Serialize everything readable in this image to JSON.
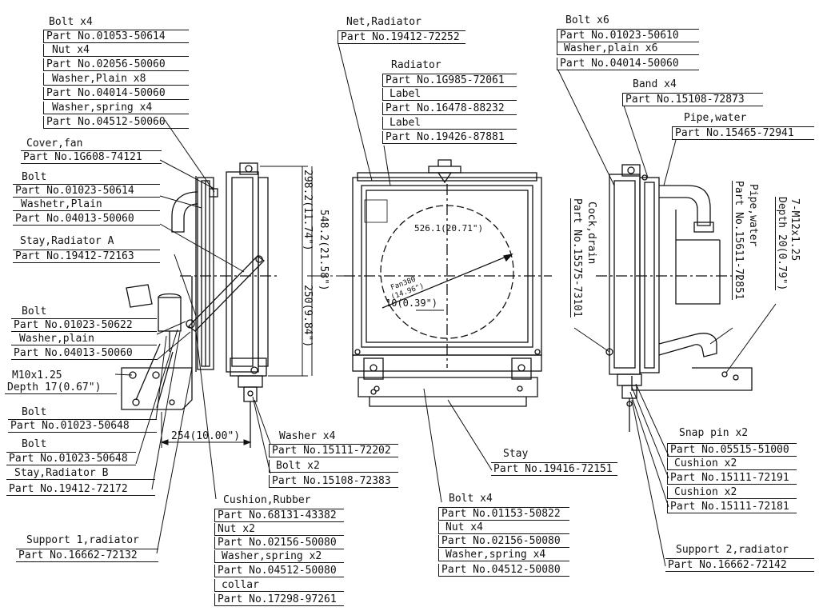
{
  "left_callouts": [
    {
      "id": "bolt_x4",
      "name": "Bolt x4",
      "part": "Part No.01053-50614"
    },
    {
      "id": "nut_x4",
      "name": "Nut x4",
      "part": "Part No.02056-50060"
    },
    {
      "id": "washer_plain_x8",
      "name": "Washer,Plain x8",
      "part": "Part No.04014-50060"
    },
    {
      "id": "washer_spring_x4",
      "name": "Washer,spring x4",
      "part": "Part No.04512-50060"
    },
    {
      "id": "cover_fan",
      "name": "Cover,fan",
      "part": "Part No.1G608-74121"
    },
    {
      "id": "bolt_a",
      "name": "Bolt",
      "part": "Part No.01023-50614"
    },
    {
      "id": "washer_plain_a",
      "name": "Washetr,Plain",
      "part": "Part No.04013-50060"
    },
    {
      "id": "stay_a",
      "name": "Stay,Radiator A",
      "part": "Part No.19412-72163"
    },
    {
      "id": "bolt_b",
      "name": "Bolt",
      "part": "Part No.01023-50622"
    },
    {
      "id": "washer_plain_b",
      "name": "Washer,plain",
      "part": "Part No.04013-50060"
    },
    {
      "id": "bolt_c",
      "name": "Bolt",
      "part": "Part No.01023-50648"
    },
    {
      "id": "bolt_d",
      "name": "Bolt",
      "part": "Part No.01023-50648"
    },
    {
      "id": "stay_b",
      "name": "Stay,Radiator B",
      "part": "Part No.19412-72172"
    },
    {
      "id": "support_1",
      "name": "Support 1,radiator",
      "part": "Part No.16662-72132"
    }
  ],
  "center_callouts": [
    {
      "id": "net",
      "name": "Net,Radiator",
      "part": "Part No.19412-72252"
    },
    {
      "id": "radiator",
      "name": "Radiator",
      "part": "Part No.1G985-72061"
    },
    {
      "id": "label_1",
      "name": "Label",
      "part": "Part No.16478-88232"
    },
    {
      "id": "label_2",
      "name": "Label",
      "part": "Part No.19426-87881"
    },
    {
      "id": "washer_x4",
      "name": "Washer x4",
      "part": "Part No.15111-72202"
    },
    {
      "id": "bolt_x2",
      "name": "Bolt x2",
      "part": "Part No.15108-72383"
    },
    {
      "id": "stay",
      "name": "Stay",
      "part": "Part No.19416-72151"
    },
    {
      "id": "cushion_rubber",
      "name": "Cushion,Rubber",
      "part": "Part No.68131-43382"
    },
    {
      "id": "nut_x2",
      "name": "Nut x2",
      "part": "Part No.02156-50080"
    },
    {
      "id": "washer_spring_x2",
      "name": "Washer,spring x2",
      "part": "Part No.04512-50080"
    },
    {
      "id": "collar",
      "name": "collar",
      "part": "Part No.17298-97261"
    },
    {
      "id": "bolt_x4_b",
      "name": "Bolt x4",
      "part": "Part No.01153-50822"
    },
    {
      "id": "nut_x4_b",
      "name": "Nut x4",
      "part": "Part No.02156-50080"
    },
    {
      "id": "washer_spring_x4_b",
      "name": "Washer,spring x4",
      "part": "Part No.04512-50080"
    }
  ],
  "right_callouts": [
    {
      "id": "bolt_x6",
      "name": "Bolt x6",
      "part": "Part No.01023-50610"
    },
    {
      "id": "washer_plain_x6",
      "name": "Washer,plain x6",
      "part": "Part No.04014-50060"
    },
    {
      "id": "band_x4",
      "name": "Band x4",
      "part": "Part No.15108-72873"
    },
    {
      "id": "pipe_water_1",
      "name": "Pipe,water",
      "part": "Part No.15465-72941"
    },
    {
      "id": "snap_pin_x2",
      "name": "Snap pin x2",
      "part": "Part No.05515-51000"
    },
    {
      "id": "cushion_x2_a",
      "name": "Cushion x2",
      "part": "Part No.15111-72191"
    },
    {
      "id": "cushion_x2_b",
      "name": "Cushion x2",
      "part": "Part No.15111-72181"
    },
    {
      "id": "support_2",
      "name": "Support 2,radiator",
      "part": "Part No.16662-72142"
    }
  ],
  "vertical_callouts": {
    "cock_drain": {
      "name": "Cock,drain",
      "part": "Part No.15575-73101"
    },
    "pipe_water_2": {
      "name": "Pipe,water",
      "part": "Part No.15611-72851"
    },
    "thread_spec": {
      "name": "7-M12x1.25",
      "part": "Depth 20(0.79\")"
    }
  },
  "dimensions": {
    "height_total": "548.2(21.58\")",
    "height_upper": "298.2(11.74\")",
    "height_lower": "250(9.84\")",
    "width_254": "254(10.00\")",
    "fan_dia": "526.1(20.71\")",
    "fan_label": "Fan380",
    "fan_label2": "(14.96\")",
    "offset": "10(0.39\")",
    "thread_left_1": "M10x1.25",
    "thread_left_2": "Depth 17(0.67\")"
  }
}
